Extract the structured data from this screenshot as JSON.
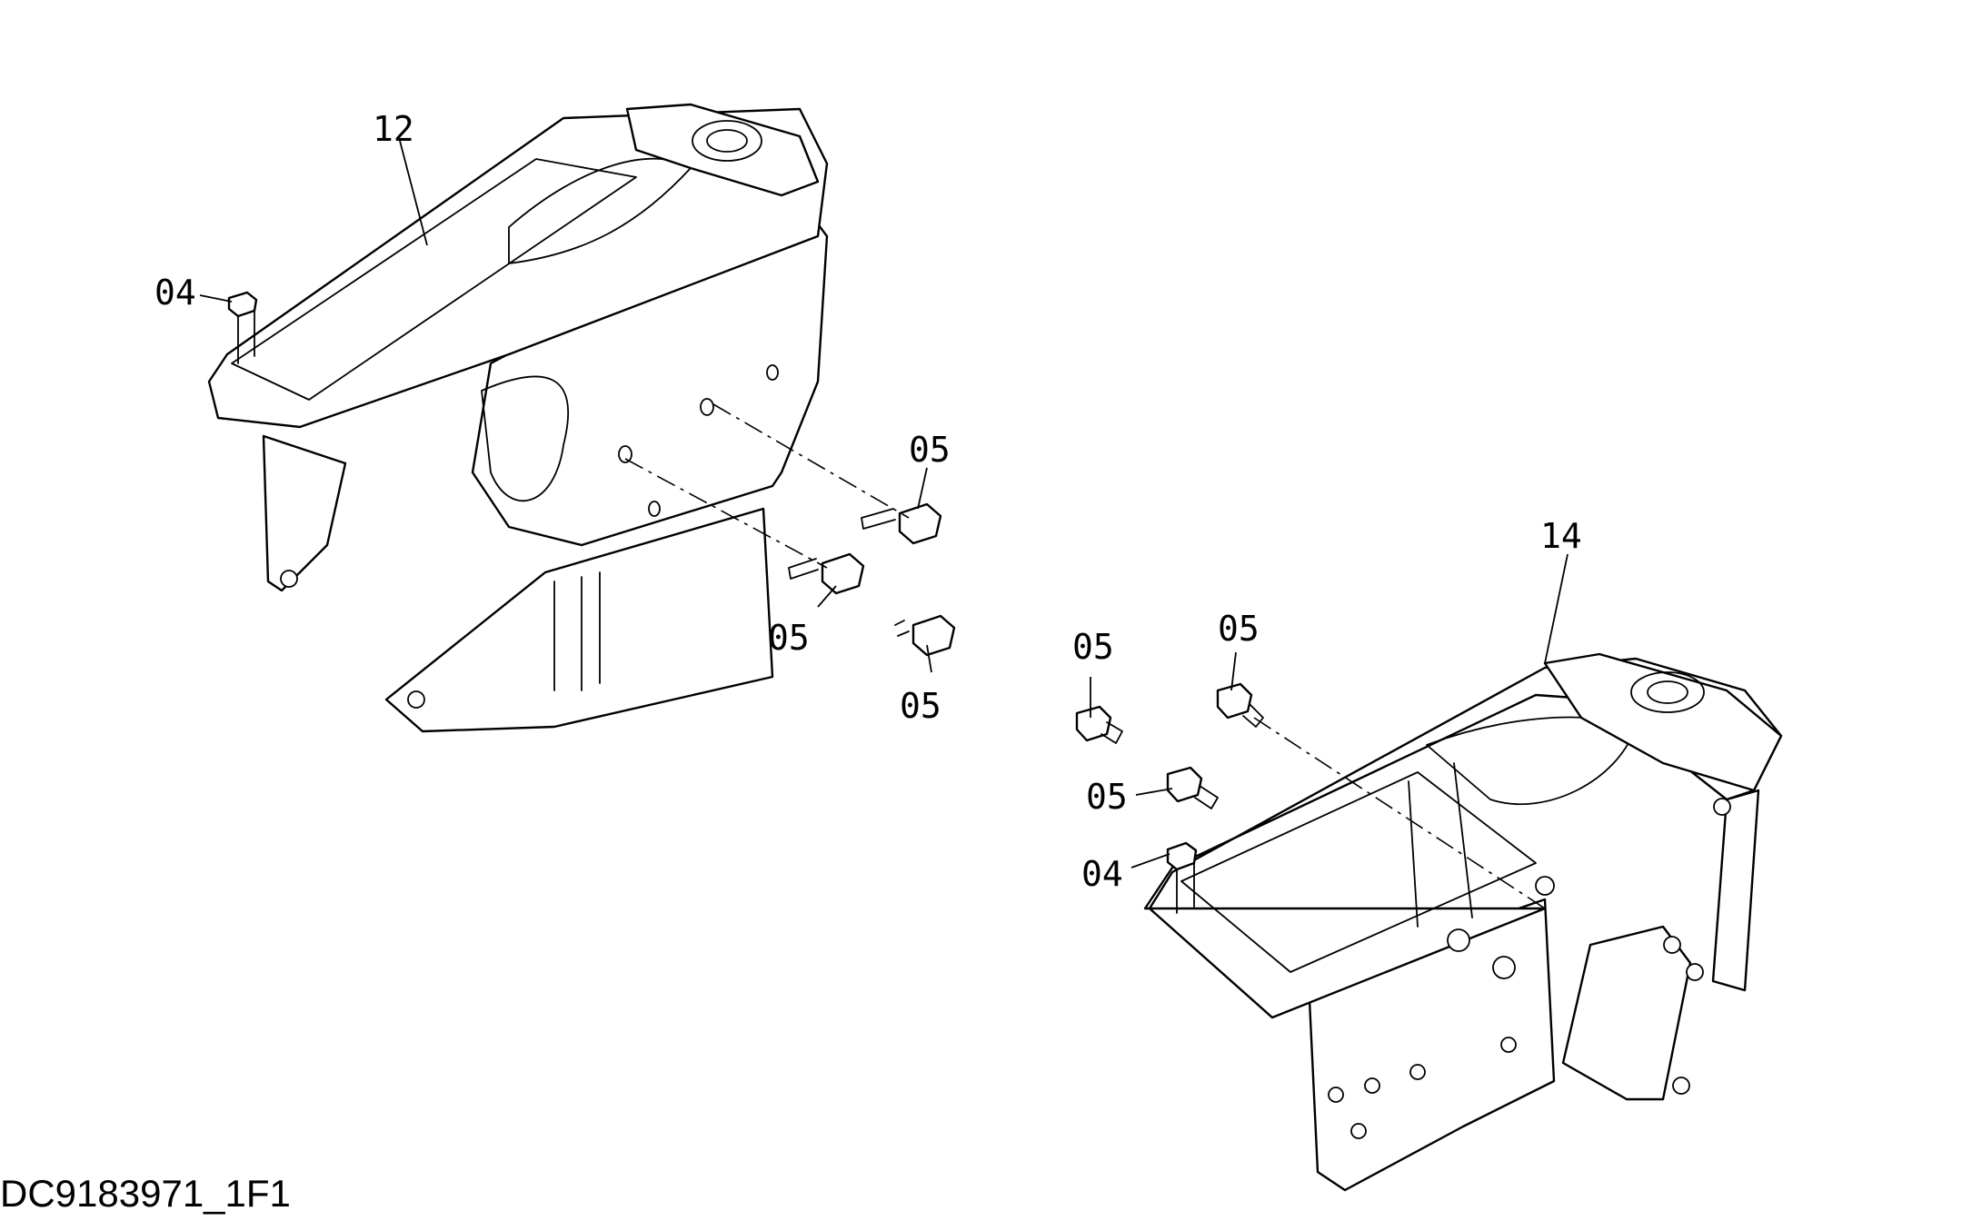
{
  "callouts": {
    "c12": "12",
    "c14": "14",
    "c04_left": "04",
    "c04_right": "04",
    "c05_a": "05",
    "c05_b": "05",
    "c05_c": "05",
    "c05_d": "05",
    "c05_e": "05",
    "c05_f": "05"
  },
  "drawing_code": "DC9183971_1F1"
}
